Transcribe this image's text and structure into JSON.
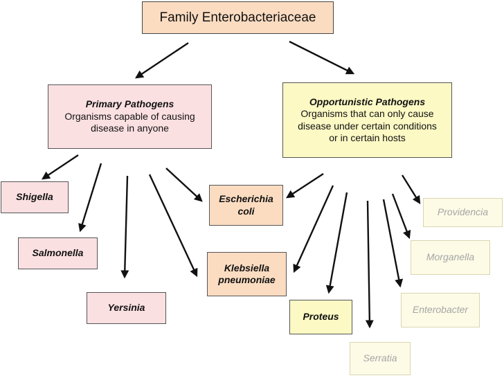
{
  "title": "Family Enterobacteriaceae",
  "primary": {
    "heading": "Primary Pathogens",
    "description_lines": [
      "Organisms capable of causing",
      "disease in anyone"
    ]
  },
  "opportunistic": {
    "heading": "Opportunistic Pathogens",
    "description_lines": [
      "Organisms that can only cause",
      "disease under certain conditions",
      "or in certain hosts"
    ]
  },
  "primary_genera": [
    "Shigella",
    "Salmonella",
    "Yersinia"
  ],
  "shared_genera": [
    {
      "lines": [
        "Escherichia",
        "coli"
      ]
    },
    {
      "lines": [
        "Klebsiella",
        "pneumoniae"
      ]
    }
  ],
  "opportunistic_genera": [
    "Proteus",
    "Serratia",
    "Enterobacter",
    "Morganella",
    "Providencia"
  ],
  "colors": {
    "title_fill": "#fbdcc1",
    "primary_fill": "#fbe0e2",
    "opportunistic_fill": "#fcf9c4",
    "faded_fill": "#fdfbe6",
    "faded_text": "#a5a5a5",
    "arrow": "#111111"
  }
}
